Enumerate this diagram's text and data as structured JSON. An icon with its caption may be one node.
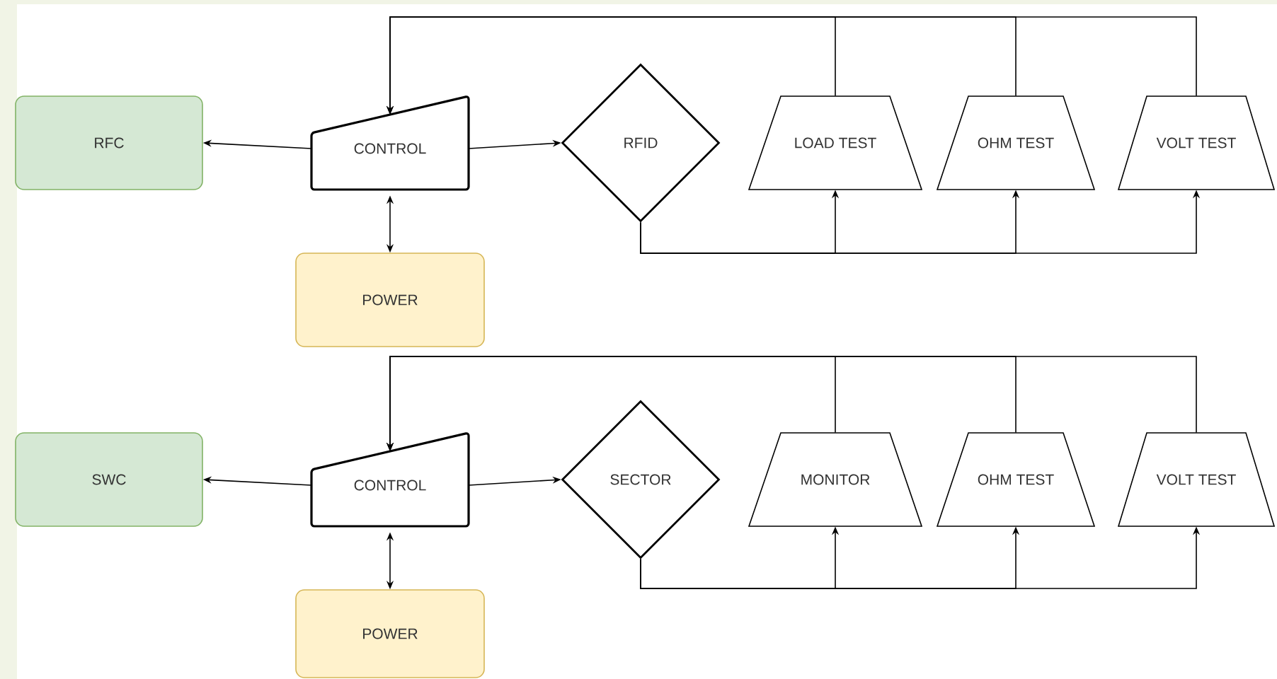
{
  "diagram": {
    "nodes": [
      {
        "text": [
          "RFC"
        ]
      },
      {
        "text": [
          "CONTROL"
        ]
      },
      {
        "text": [
          "RFID"
        ]
      },
      {
        "text": [
          "LOAD TEST"
        ]
      },
      {
        "text": [
          "OHM TEST"
        ]
      },
      {
        "text": [
          "VOLT TEST"
        ]
      },
      {
        "text": [
          "POWER"
        ]
      },
      {
        "text": [
          "SWC"
        ]
      },
      {
        "text": [
          "CONTROL"
        ]
      },
      {
        "text": [
          "SECTOR"
        ]
      },
      {
        "text": [
          "MONITOR"
        ]
      },
      {
        "text": [
          "OHM TEST"
        ]
      },
      {
        "text": [
          "VOLT TEST"
        ]
      },
      {
        "text": [
          "POWER"
        ]
      }
    ],
    "edges": [
      {
        "from": 1,
        "to": 0,
        "arrow": "to"
      },
      {
        "from": 1,
        "to": 2,
        "arrow": "to"
      },
      {
        "from": 1,
        "to": 6,
        "arrow": "both"
      },
      {
        "from": 2,
        "to": 3,
        "arrow": "to"
      },
      {
        "from": 2,
        "to": 4,
        "arrow": "to"
      },
      {
        "from": 2,
        "to": 5,
        "arrow": "to"
      },
      {
        "from": 3,
        "to": 1,
        "arrow": "to"
      },
      {
        "from": 4,
        "to": 1,
        "arrow": "to"
      },
      {
        "from": 5,
        "to": 1,
        "arrow": "to"
      },
      {
        "from": 8,
        "to": 7,
        "arrow": "to"
      },
      {
        "from": 8,
        "to": 9,
        "arrow": "to"
      },
      {
        "from": 8,
        "to": 13,
        "arrow": "both"
      },
      {
        "from": 9,
        "to": 10,
        "arrow": "to"
      },
      {
        "from": 9,
        "to": 11,
        "arrow": "to"
      },
      {
        "from": 9,
        "to": 12,
        "arrow": "to"
      },
      {
        "from": 10,
        "to": 8,
        "arrow": "to"
      },
      {
        "from": 11,
        "to": 8,
        "arrow": "to"
      },
      {
        "from": 12,
        "to": 8,
        "arrow": "to"
      }
    ]
  }
}
